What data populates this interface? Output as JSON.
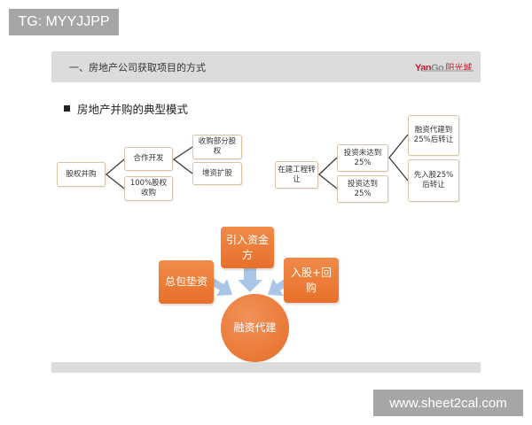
{
  "watermarks": {
    "top_left": "TG: MYYJJPP",
    "bottom_right": "www.sheet2cal.com"
  },
  "slide": {
    "header": {
      "title": "一、房地产公司获取项目的方式",
      "logo": {
        "brand_prefix": "Yan",
        "brand_suffix": "Go",
        "brand_cn": "阳光城"
      }
    },
    "subtitle": "房地产并购的典型模式",
    "equity_tree": {
      "root": "股权并购",
      "level1": [
        "合作开发",
        "100%股权收购"
      ],
      "level2": [
        "收购部分股权",
        "增资扩股"
      ]
    },
    "project_tree": {
      "root": "在建工程转让",
      "level1": [
        "投资未达到25%",
        "投资达到25%"
      ],
      "level2": [
        "融资代建到25%后转让",
        "先入股25%后转让"
      ]
    },
    "financing_diagram": {
      "center": "融资代建",
      "inputs": [
        "总包垫资",
        "引入资金方",
        "入股+回购"
      ]
    }
  },
  "colors": {
    "header_bar": "#dcdcdc",
    "node_border": "#d9c3a0",
    "orange": "#e8702a",
    "arrow_blue": "#a9c6e6",
    "logo_red": "#c8192e"
  }
}
